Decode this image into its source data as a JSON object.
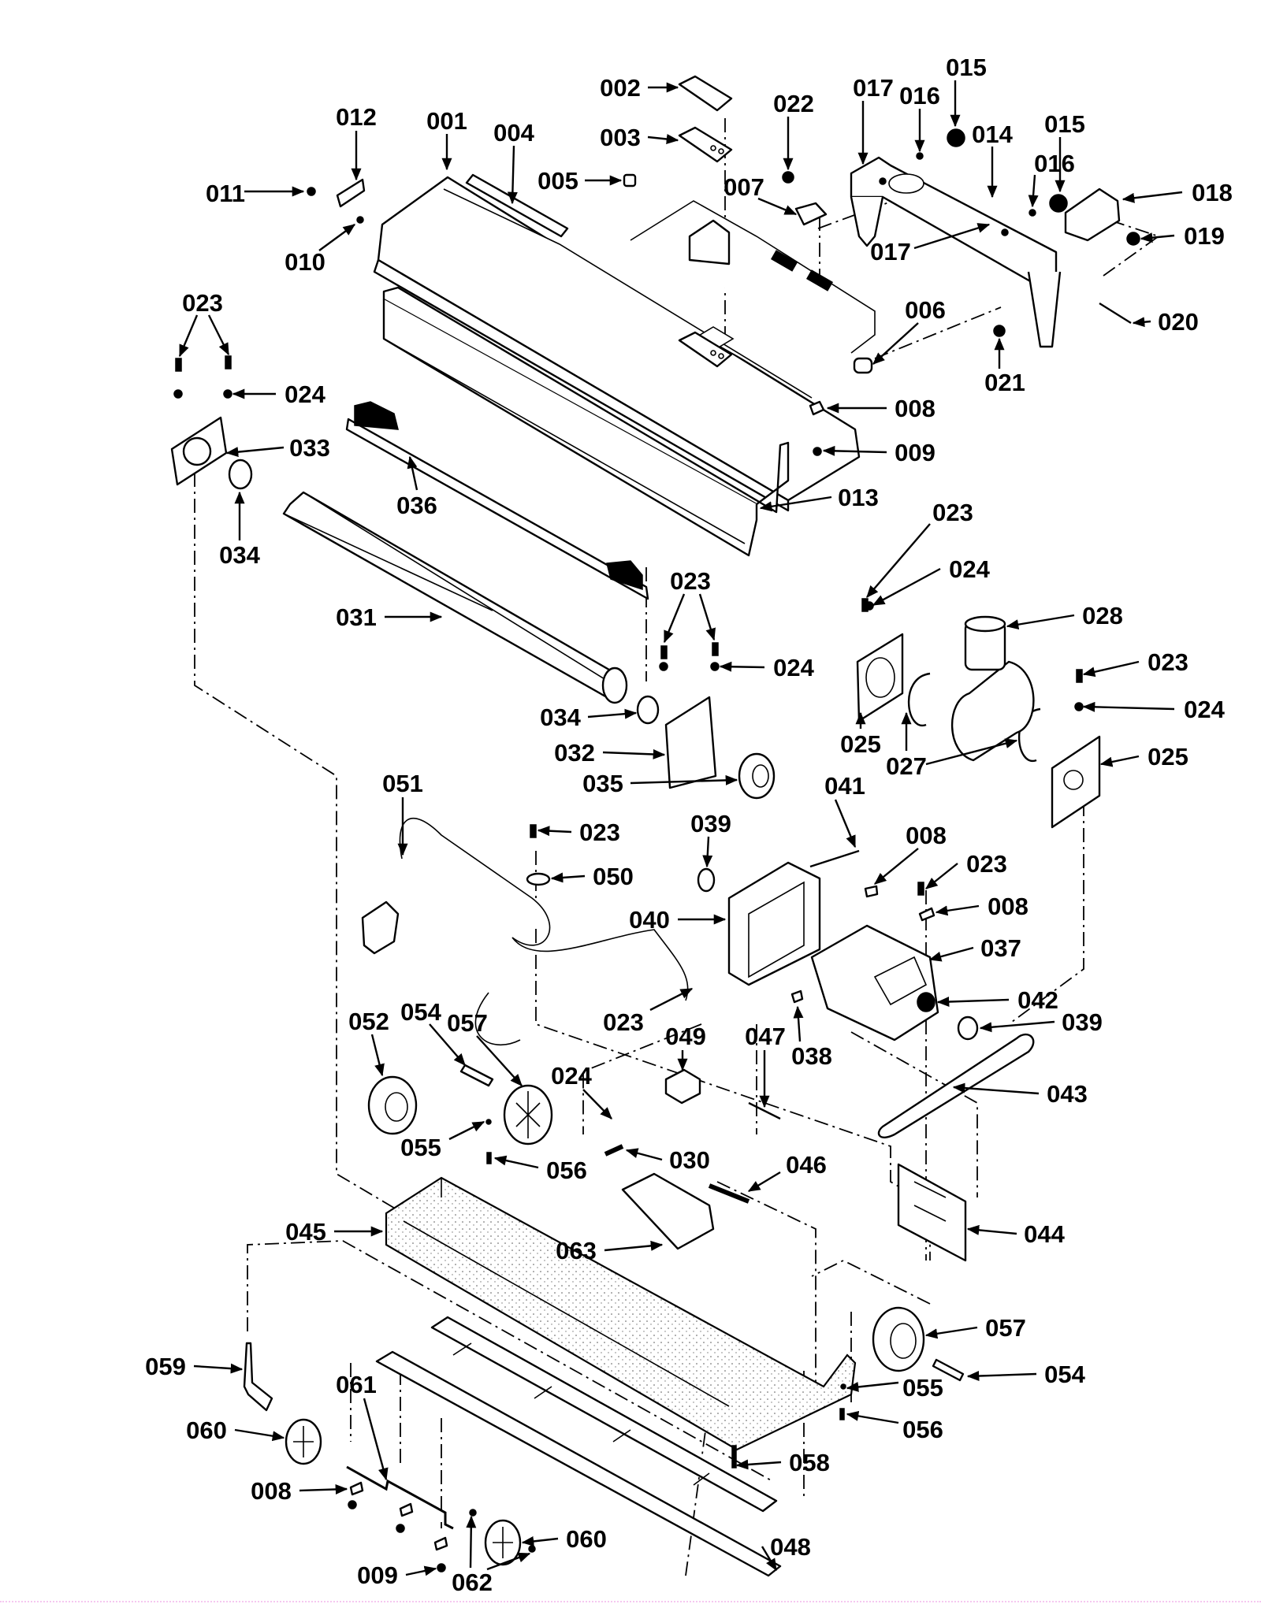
{
  "diagram": {
    "title": "Upright vacuum cleaner base — exploded parts view",
    "callouts": [
      {
        "id": "c001",
        "text": "001"
      },
      {
        "id": "c002",
        "text": "002"
      },
      {
        "id": "c003",
        "text": "003"
      },
      {
        "id": "c004",
        "text": "004"
      },
      {
        "id": "c005",
        "text": "005"
      },
      {
        "id": "c006",
        "text": "006"
      },
      {
        "id": "c007",
        "text": "007"
      },
      {
        "id": "c008a",
        "text": "008"
      },
      {
        "id": "c009a",
        "text": "009"
      },
      {
        "id": "c010",
        "text": "010"
      },
      {
        "id": "c011",
        "text": "011"
      },
      {
        "id": "c012",
        "text": "012"
      },
      {
        "id": "c013",
        "text": "013"
      },
      {
        "id": "c014",
        "text": "014"
      },
      {
        "id": "c015a",
        "text": "015"
      },
      {
        "id": "c015b",
        "text": "015"
      },
      {
        "id": "c016a",
        "text": "016"
      },
      {
        "id": "c016b",
        "text": "016"
      },
      {
        "id": "c017a",
        "text": "017"
      },
      {
        "id": "c017b",
        "text": "017"
      },
      {
        "id": "c018",
        "text": "018"
      },
      {
        "id": "c019",
        "text": "019"
      },
      {
        "id": "c020",
        "text": "020"
      },
      {
        "id": "c021",
        "text": "021"
      },
      {
        "id": "c022",
        "text": "022"
      },
      {
        "id": "c023a",
        "text": "023"
      },
      {
        "id": "c024a",
        "text": "024"
      },
      {
        "id": "c033",
        "text": "033"
      },
      {
        "id": "c036",
        "text": "036"
      },
      {
        "id": "c034a",
        "text": "034"
      },
      {
        "id": "c031",
        "text": "031"
      },
      {
        "id": "c023b",
        "text": "023"
      },
      {
        "id": "c024b",
        "text": "024"
      },
      {
        "id": "c034b",
        "text": "034"
      },
      {
        "id": "c032",
        "text": "032"
      },
      {
        "id": "c035",
        "text": "035"
      },
      {
        "id": "c023c",
        "text": "023"
      },
      {
        "id": "c024c",
        "text": "024"
      },
      {
        "id": "c028",
        "text": "028"
      },
      {
        "id": "c023d",
        "text": "023"
      },
      {
        "id": "c024d",
        "text": "024"
      },
      {
        "id": "c025a",
        "text": "025"
      },
      {
        "id": "c027",
        "text": "027"
      },
      {
        "id": "c025b",
        "text": "025"
      },
      {
        "id": "c051",
        "text": "051"
      },
      {
        "id": "c023e",
        "text": "023"
      },
      {
        "id": "c050",
        "text": "050"
      },
      {
        "id": "c039a",
        "text": "039"
      },
      {
        "id": "c041",
        "text": "041"
      },
      {
        "id": "c008b",
        "text": "008"
      },
      {
        "id": "c023f",
        "text": "023"
      },
      {
        "id": "c008c",
        "text": "008"
      },
      {
        "id": "c040",
        "text": "040"
      },
      {
        "id": "c037",
        "text": "037"
      },
      {
        "id": "c042",
        "text": "042"
      },
      {
        "id": "c039b",
        "text": "039"
      },
      {
        "id": "c038",
        "text": "038"
      },
      {
        "id": "c023g",
        "text": "023"
      },
      {
        "id": "c049",
        "text": "049"
      },
      {
        "id": "c047",
        "text": "047"
      },
      {
        "id": "c052",
        "text": "052"
      },
      {
        "id": "c054a",
        "text": "054"
      },
      {
        "id": "c057a",
        "text": "057"
      },
      {
        "id": "c024e",
        "text": "024"
      },
      {
        "id": "c043",
        "text": "043"
      },
      {
        "id": "c055a",
        "text": "055"
      },
      {
        "id": "c056a",
        "text": "056"
      },
      {
        "id": "c030",
        "text": "030"
      },
      {
        "id": "c046",
        "text": "046"
      },
      {
        "id": "c045",
        "text": "045"
      },
      {
        "id": "c063",
        "text": "063"
      },
      {
        "id": "c044",
        "text": "044"
      },
      {
        "id": "c057b",
        "text": "057"
      },
      {
        "id": "c054b",
        "text": "054"
      },
      {
        "id": "c055b",
        "text": "055"
      },
      {
        "id": "c056b",
        "text": "056"
      },
      {
        "id": "c058",
        "text": "058"
      },
      {
        "id": "c059",
        "text": "059"
      },
      {
        "id": "c061",
        "text": "061"
      },
      {
        "id": "c060a",
        "text": "060"
      },
      {
        "id": "c008d",
        "text": "008"
      },
      {
        "id": "c060b",
        "text": "060"
      },
      {
        "id": "c048",
        "text": "048"
      },
      {
        "id": "c009b",
        "text": "009"
      },
      {
        "id": "c062",
        "text": "062"
      }
    ]
  }
}
